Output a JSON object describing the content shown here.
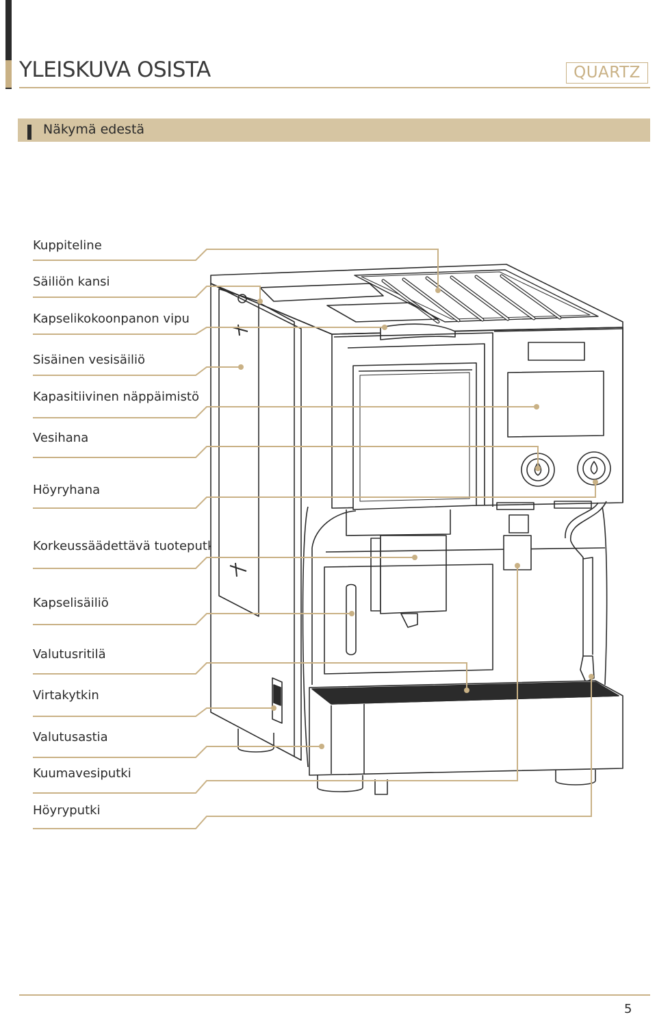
{
  "header": {
    "title": "YLEISKUVA OSISTA",
    "brand": "QUARTZ"
  },
  "section": {
    "title": "Näkymä edestä"
  },
  "callouts": [
    "Kuppiteline",
    "Säiliön kansi",
    "Kapselikokoonpanon vipu",
    "Sisäinen vesisäiliö",
    "Kapasitiivinen näppäimistö",
    "Vesihana",
    "Höyryhana",
    "Korkeussäädettävä tuoteputki",
    "Kapselisäiliö",
    "Valutusritilä",
    "Virtakytkin",
    "Valutusastia",
    "Kuumavesiputki",
    "Höyryputki"
  ],
  "footer": {
    "page_number": "5"
  },
  "colors": {
    "accent_gold": "#c9b185",
    "section_fill": "#d6c5a2",
    "dark": "#2b2b2b"
  }
}
